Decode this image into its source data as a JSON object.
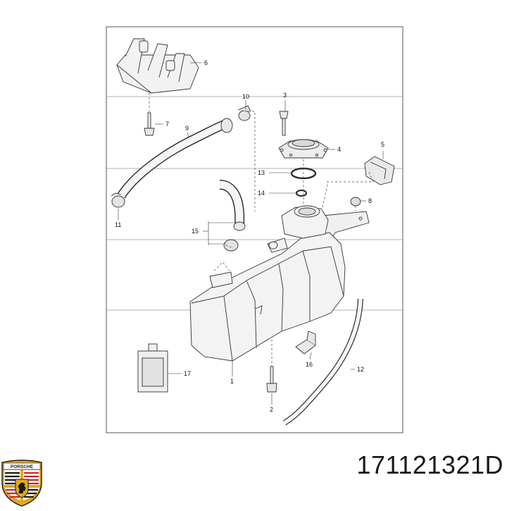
{
  "callouts": [
    "1",
    "2",
    "3",
    "4",
    "5",
    "6",
    "7",
    "8",
    "9",
    "10",
    "11",
    "12",
    "13",
    "14",
    "15",
    "16",
    "17"
  ],
  "part_number": "171121321D",
  "brand": {
    "crest_text": "PORSCHE",
    "colors": {
      "red": "#c4262e",
      "gold": "#e3a81c",
      "black": "#1a1a1a"
    }
  }
}
